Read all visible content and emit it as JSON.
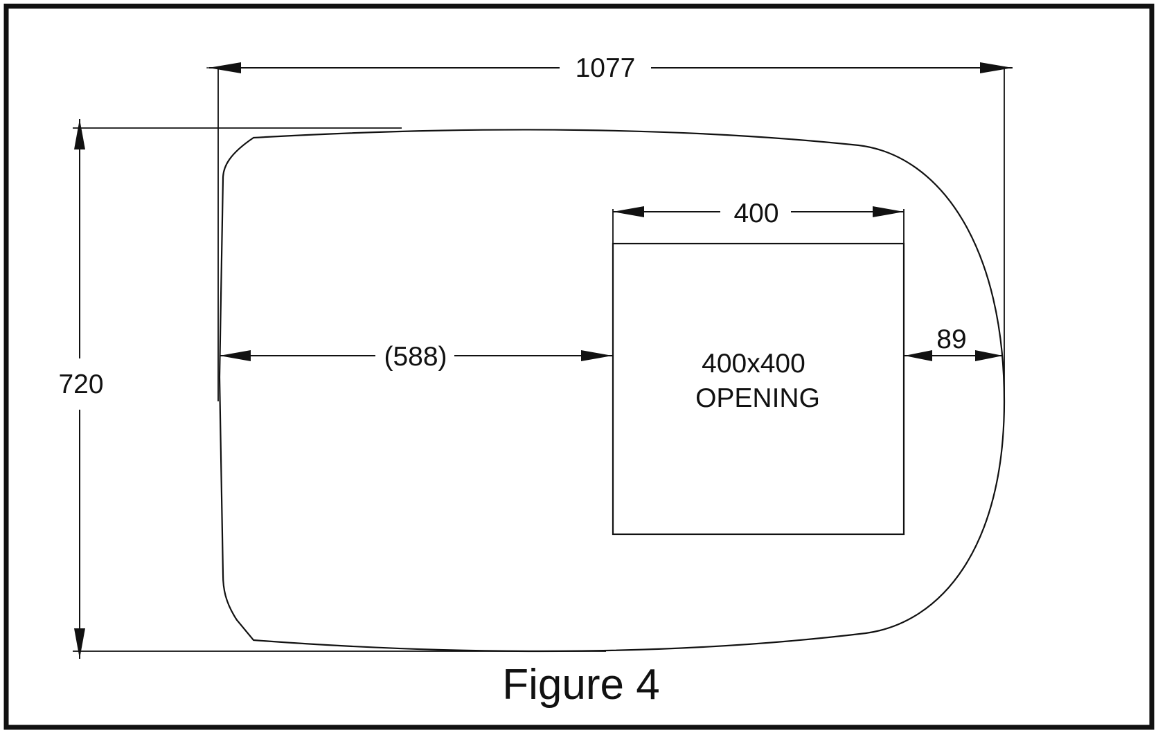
{
  "diagram": {
    "dimensions": {
      "overall_length": "1077",
      "overall_width": "720",
      "opening_width": "400",
      "offset_left": "(588)",
      "offset_right": "89"
    },
    "opening": {
      "size_label": "400x400",
      "name_label": "OPENING"
    },
    "caption": "Figure 4"
  }
}
